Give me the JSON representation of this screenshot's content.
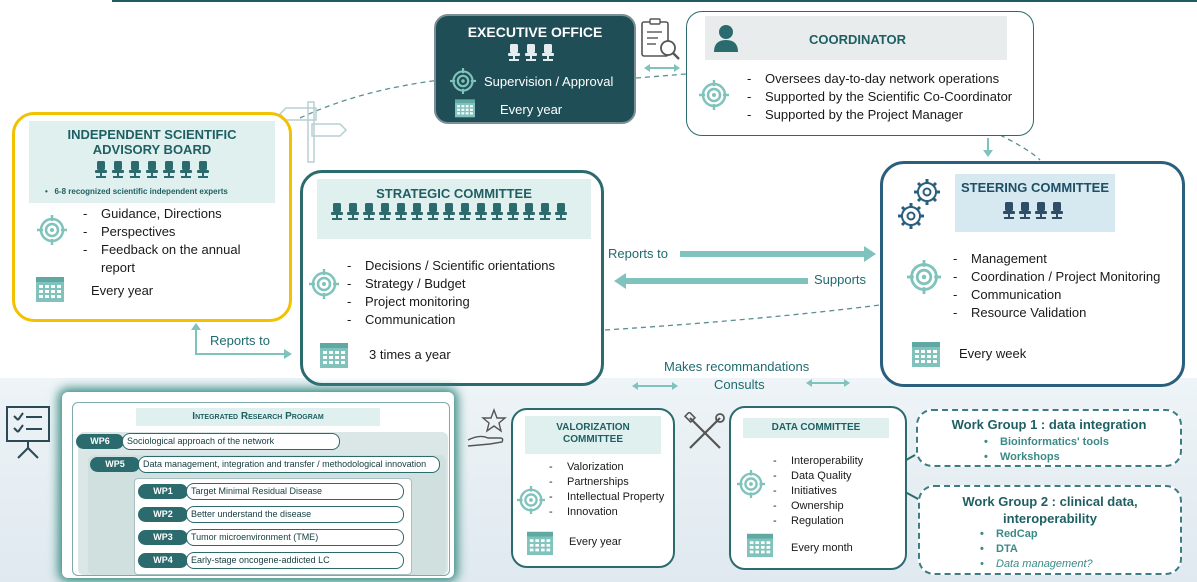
{
  "executive_office": {
    "title": "EXECUTIVE OFFICE",
    "role": "Supervision / Approval",
    "frequency": "Every year"
  },
  "coordinator": {
    "title": "COORDINATOR",
    "items": [
      "Oversees day-to-day network operations",
      "Supported by the Scientific Co-Coordinator",
      "Supported by the Project Manager"
    ]
  },
  "advisory_board": {
    "title": "INDEPENDENT SCIENTIFIC ADVISORY BOARD",
    "subtitle": "6-8 recognized scientific independent experts",
    "items": [
      "Guidance, Directions",
      "Perspectives",
      "Feedback on the annual report"
    ],
    "frequency": "Every year"
  },
  "strategic_committee": {
    "title": "STRATEGIC COMMITTEE",
    "items": [
      "Decisions / Scientific orientations",
      "Strategy / Budget",
      "Project monitoring",
      "Communication"
    ],
    "frequency": "3 times a year"
  },
  "steering_committee": {
    "title": "STEERING COMMITTEE",
    "items": [
      "Management",
      "Coordination / Project Monitoring",
      "Communication",
      "Resource Validation"
    ],
    "frequency": "Every week"
  },
  "arrows": {
    "reports_to_1": "Reports to",
    "supports": "Supports",
    "reports_to_2": "Reports to",
    "makes_recommendations": "Makes recommandations",
    "consults": "Consults"
  },
  "integrated_program": {
    "title": "Integrated Research Program",
    "wps": [
      {
        "tag": "WP6",
        "text": "Sociological approach of the network"
      },
      {
        "tag": "WP5",
        "text": "Data management, integration and transfer / methodological innovation"
      },
      {
        "tag": "WP1",
        "text": "Target Minimal Residual Disease"
      },
      {
        "tag": "WP2",
        "text": "Better understand the disease"
      },
      {
        "tag": "WP3",
        "text": "Tumor microenvironment (TME)"
      },
      {
        "tag": "WP4",
        "text": "Early-stage oncogene-addicted LC"
      }
    ]
  },
  "valorization_committee": {
    "title": "VALORIZATION COMMITTEE",
    "items": [
      "Valorization",
      "Partnerships",
      "Intellectual Property",
      "Innovation"
    ],
    "frequency": "Every year"
  },
  "data_committee": {
    "title": "DATA COMMITTEE",
    "items": [
      "Interoperability",
      "Data Quality",
      "Initiatives",
      "Ownership",
      "Regulation"
    ],
    "frequency": "Every month"
  },
  "work_group_1": {
    "title": "Work Group 1 : data integration",
    "items": [
      "Bioinformatics' tools",
      "Workshops"
    ]
  },
  "work_group_2": {
    "title": "Work Group 2 : clinical data, interoperability",
    "items": [
      "RedCap",
      "DTA",
      "Data management?"
    ]
  },
  "colors": {
    "dark_teal": "#1f4e57",
    "teal": "#2b6b6e",
    "yellow": "#f2c200",
    "steering_blue": "#2a5f7e",
    "light_teal": "#dff0ef"
  }
}
